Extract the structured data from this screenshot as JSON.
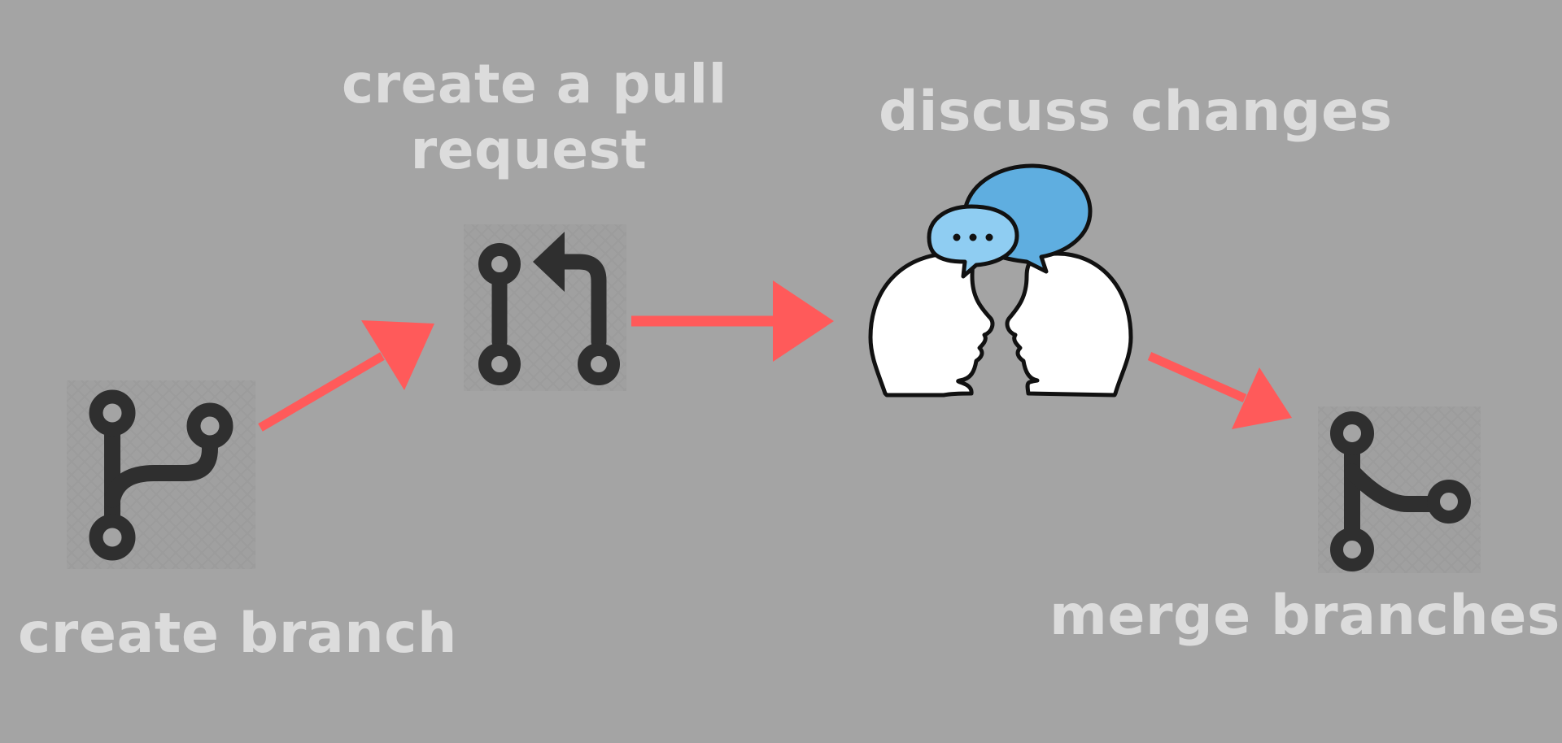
{
  "steps": {
    "create_branch": {
      "label": "create branch",
      "icon": "git-branch-icon"
    },
    "pull_request": {
      "label_line1": "create a pull",
      "label_line2": "request",
      "icon": "git-pull-request-icon"
    },
    "discuss": {
      "label": "discuss changes",
      "icon": "two-people-talking-icon"
    },
    "merge": {
      "label": "merge branches",
      "icon": "git-merge-icon"
    }
  },
  "colors": {
    "background": "#a4a4a4",
    "text": "#dcdcdc",
    "icon": "#2f2f2f",
    "arrow": "#ff5a5a",
    "bubble_dark": "#5faee0",
    "bubble_light": "#8fcdf2"
  }
}
